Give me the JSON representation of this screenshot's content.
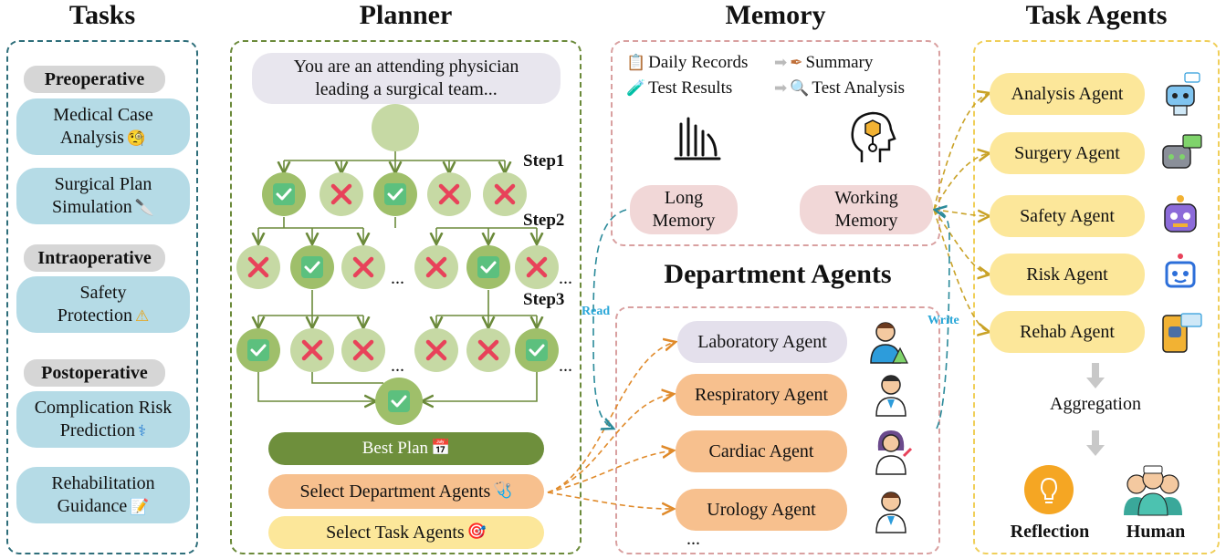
{
  "titles": {
    "tasks": "Tasks",
    "planner": "Planner",
    "memory": "Memory",
    "task_agents": "Task Agents",
    "department_agents": "Department Agents"
  },
  "tasks": {
    "preoperative": "Preoperative",
    "intraoperative": "Intraoperative",
    "postoperative": "Postoperative",
    "items": [
      {
        "line1": "Medical Case",
        "line2": "Analysis",
        "emoji": "🧐"
      },
      {
        "line1": "Surgical Plan",
        "line2": "Simulation",
        "emoji": "🔪"
      },
      {
        "line1": "Safety",
        "line2": "Protection",
        "emoji": "⚠"
      },
      {
        "line1": "Complication Risk",
        "line2": "Prediction",
        "emoji": "⚕"
      },
      {
        "line1": "Rehabilitation",
        "line2": "Guidance",
        "emoji": "📝"
      }
    ]
  },
  "planner": {
    "prompt_line1": "You are an attending physician",
    "prompt_line2": "leading a surgical team...",
    "step1": "Step1",
    "step2": "Step2",
    "step3": "Step3",
    "ellipsis": "...",
    "best_plan": "Best Plan",
    "best_plan_icon": "📅",
    "select_department": "Select Department Agents",
    "select_department_icon": "🩺",
    "select_task": "Select Task Agents",
    "select_task_icon": "🎯"
  },
  "memory": {
    "daily_records": "Daily Records",
    "summary": "Summary",
    "test_results": "Test Results",
    "test_analysis": "Test Analysis",
    "long_line1": "Long",
    "long_line2": "Memory",
    "working_line1": "Working",
    "working_line2": "Memory",
    "read": "Read",
    "write": "Write"
  },
  "department_agents": [
    "Laboratory Agent",
    "Respiratory Agent",
    "Cardiac Agent",
    "Urology Agent"
  ],
  "department_ellipsis": "...",
  "task_agents": [
    "Analysis Agent",
    "Surgery Agent",
    "Safety Agent",
    "Risk Agent",
    "Rehab Agent"
  ],
  "aggregation": "Aggregation",
  "reflection": "Reflection",
  "human": "Human",
  "colors": {
    "tasks_border": "#2e6e7a",
    "planner_border": "#6b8a3a",
    "memory_border": "#d9a0a0",
    "dept_border": "#d9a0a0",
    "task_agents_border": "#f0cf5a",
    "node_green": "#c6d9a4",
    "node_dark": "#9fbf6a",
    "check_green": "#5cc07e",
    "cross_red": "#e8425a",
    "pill_blue": "#b5dbe6",
    "pill_orange": "#f7c08e",
    "pill_yellow": "#fce79a",
    "pill_lavender": "#e4e0ec",
    "pill_pink": "#f1d7d7",
    "best_plan": "#6e8f3c",
    "arrow_orange": "#e08a2a",
    "arrow_gold": "#c9a227",
    "arrow_teal": "#2a8a9a"
  }
}
